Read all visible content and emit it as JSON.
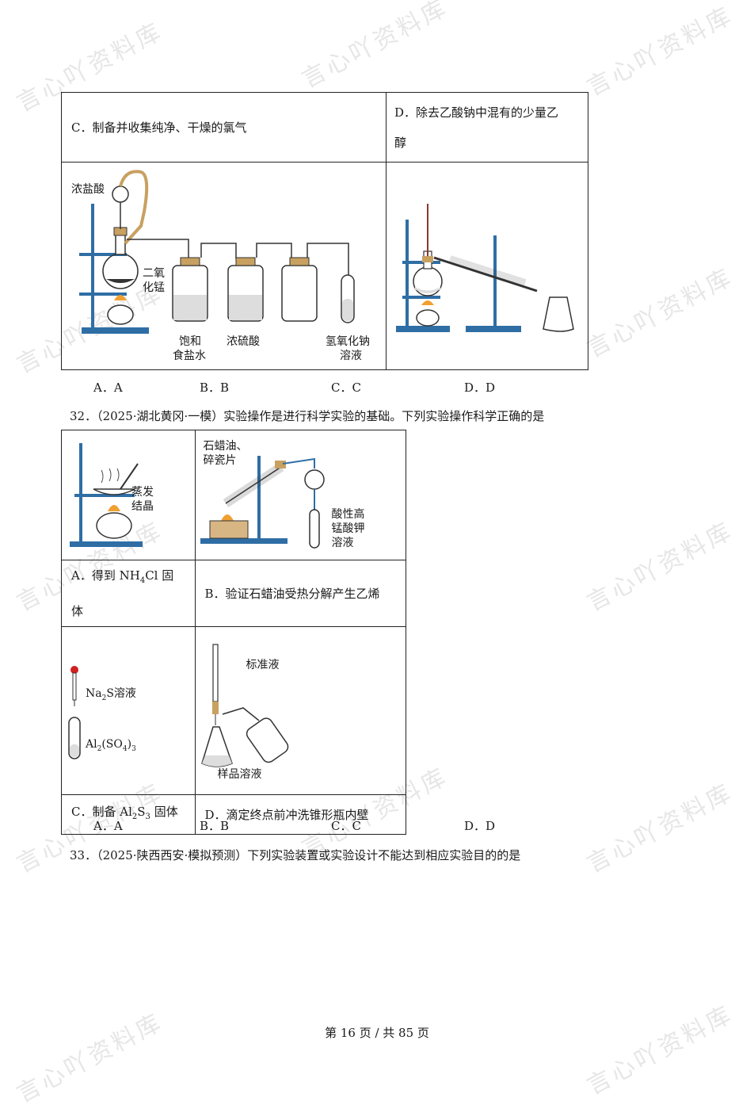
{
  "watermark": "言心吖资料库",
  "q31": {
    "cell_c": "C．制备并收集纯净、干燥的氯气",
    "cell_d_line1": "D．除去乙酸钠中混有的少量乙",
    "cell_d_line2": "醇",
    "fig_c_labels": {
      "acid": "浓盐酸",
      "mno2_1": "二氧",
      "mno2_2": "化锰",
      "bottle1_1": "饱和",
      "bottle1_2": "食盐水",
      "bottle2": "浓硫酸",
      "tube_1": "氢氧化钠",
      "tube_2": "溶液"
    },
    "options": [
      "A．A",
      "B．B",
      "C．C",
      "D．D"
    ]
  },
  "q32": {
    "stem": "32．（2025·湖北黄冈·一模）实验操作是进行科学实验的基础。下列实验操作科学正确的是",
    "fig_a_labels": {
      "l1": "蒸发",
      "l2": "结晶"
    },
    "fig_b_labels": {
      "l1": "石蜡油、",
      "l2": "碎瓷片",
      "r1": "酸性高",
      "r2": "锰酸钾",
      "r3": "溶液"
    },
    "fig_c_labels": {
      "top_pre": "Na",
      "top_sub": "2",
      "top_post": "S溶液",
      "bot_a": "Al",
      "bot_a_sub": "2",
      "bot_b": "(SO",
      "bot_b_sub": "4",
      "bot_c": ")",
      "bot_c_sub": "3"
    },
    "fig_d_labels": {
      "std": "标准液",
      "sample": "样品溶液"
    },
    "cap_a_pre": "A．得到 NH",
    "cap_a_sub": "4",
    "cap_a_post": "Cl 固体",
    "cap_b": "B．验证石蜡油受热分解产生乙烯",
    "cap_c_pre": "C．制备 Al",
    "cap_c_sub1": "2",
    "cap_c_mid": "S",
    "cap_c_sub2": "3",
    "cap_c_post": " 固体",
    "cap_d": "D．滴定终点前冲洗锥形瓶内壁",
    "options": [
      "A．A",
      "B．B",
      "C．C",
      "D．D"
    ]
  },
  "q33": {
    "stem": "33．（2025·陕西西安·模拟预测）下列实验装置或实验设计不能达到相应实验目的的是"
  },
  "footer": {
    "page_label": "第 16 页 / 共 85 页"
  },
  "colors": {
    "stand": "#2f6ea5",
    "liquid": "#555555",
    "flame": "#f0a030",
    "tube": "#c8a060"
  }
}
